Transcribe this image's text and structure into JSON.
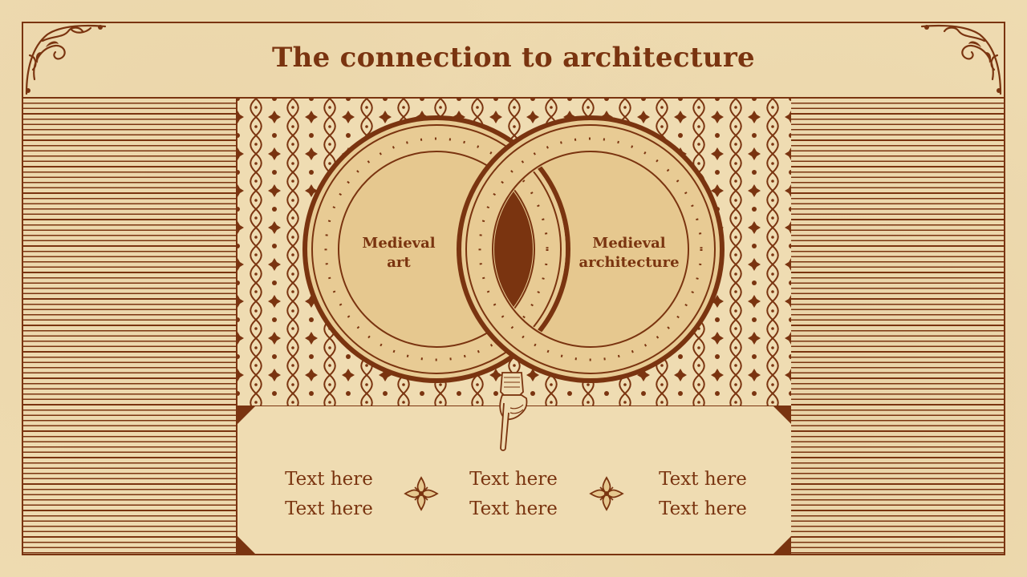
{
  "title": "The connection to architecture",
  "diagram": {
    "left_circle_label_line1": "Medieval",
    "left_circle_label_line2": "art",
    "right_circle_label_line1": "Medieval",
    "right_circle_label_line2": "architecture"
  },
  "text_items": [
    {
      "line1": "Text here",
      "line2": "Text here"
    },
    {
      "line1": "Text here",
      "line2": "Text here"
    },
    {
      "line1": "Text here",
      "line2": "Text here"
    }
  ],
  "colors": {
    "ink": "#7a3410",
    "paper": "#efdcb2",
    "circle_fill": "#e6c88f",
    "intersection": "#7a3410"
  }
}
